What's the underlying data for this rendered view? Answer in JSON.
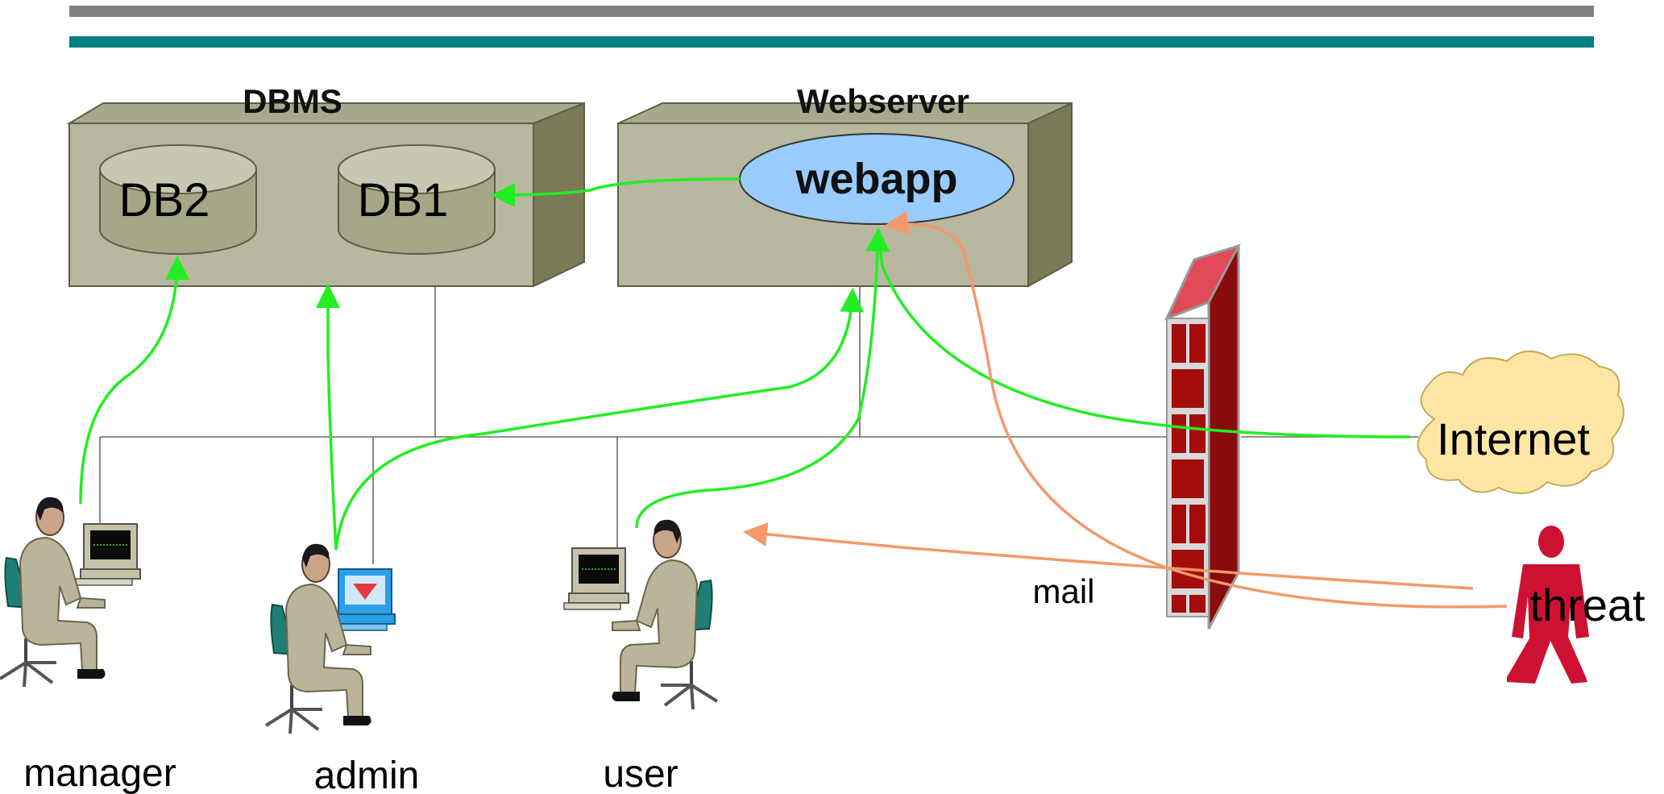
{
  "header": {
    "rule_top_color": "#808080",
    "rule_bottom_color": "#008080"
  },
  "colors": {
    "box_front": "#b8b8a0",
    "box_top": "#a8a88c",
    "box_side": "#7a7a58",
    "cylinder": "#a6a688",
    "cylinder_top": "#c8c8b0",
    "webapp_fill": "#99ccff",
    "flow_green": "#22ee22",
    "flow_orange": "#f4996a",
    "cloud": "#fde6a4",
    "threat_red": "#cc1133",
    "brick": "#a50d0d",
    "mortar": "#d8d8d8"
  },
  "dbms": {
    "title": "DBMS",
    "db2": "DB2",
    "db1": "DB1"
  },
  "webserver": {
    "title": "Webserver",
    "app": "webapp"
  },
  "cloud": {
    "label": "Internet"
  },
  "threat": {
    "label": "threat",
    "icon": "person-icon"
  },
  "firewall": {
    "icon": "brick-wall-icon"
  },
  "mail": {
    "label": "mail"
  },
  "people": {
    "manager": {
      "label": "manager",
      "icon": "person-at-computer-icon"
    },
    "admin": {
      "label": "admin",
      "icon": "person-at-computer-icon"
    },
    "user": {
      "label": "user",
      "icon": "person-at-computer-icon"
    }
  }
}
